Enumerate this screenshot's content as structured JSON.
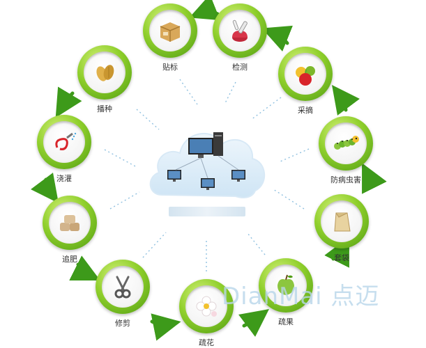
{
  "cycle": {
    "steps": [
      {
        "id": "label",
        "label": "贴标",
        "icon": "box-icon"
      },
      {
        "id": "detect",
        "label": "检测",
        "icon": "test-tube-icon"
      },
      {
        "id": "pick",
        "label": "采摘",
        "icon": "fruit-icon"
      },
      {
        "id": "pest",
        "label": "防病虫害",
        "icon": "caterpillar-icon"
      },
      {
        "id": "bag",
        "label": "套袋",
        "icon": "paper-bag-icon"
      },
      {
        "id": "thin-fruit",
        "label": "疏果",
        "icon": "apple-icon"
      },
      {
        "id": "thin-flower",
        "label": "疏花",
        "icon": "flower-icon"
      },
      {
        "id": "prune",
        "label": "修剪",
        "icon": "scissors-icon"
      },
      {
        "id": "fertilize",
        "label": "追肥",
        "icon": "fertilizer-sacks-icon"
      },
      {
        "id": "irrigate",
        "label": "浇灌",
        "icon": "hose-icon"
      },
      {
        "id": "sow",
        "label": "播种",
        "icon": "seed-icon"
      }
    ]
  },
  "watermark": {
    "text": "DianMai 点迈"
  },
  "colors": {
    "ring": "#7cc21c",
    "arrow": "#3d9a1a",
    "dotted": "#8fc0e0",
    "cloud": "#dfeef9"
  }
}
